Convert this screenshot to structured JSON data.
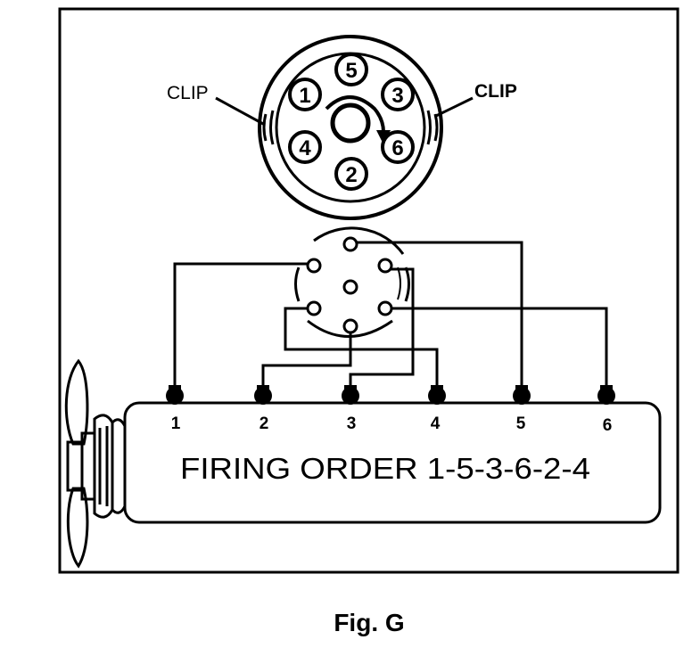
{
  "clip_labels": [
    "CLIP",
    "CLIP"
  ],
  "cap_terminals": [
    {
      "label": "1"
    },
    {
      "label": "5"
    },
    {
      "label": "3"
    },
    {
      "label": "4"
    },
    {
      "label": "2"
    },
    {
      "label": "6"
    }
  ],
  "rotation_direction": "clockwise",
  "cylinders": [
    {
      "label": "1"
    },
    {
      "label": "2"
    },
    {
      "label": "3"
    },
    {
      "label": "4"
    },
    {
      "label": "5"
    },
    {
      "label": "6"
    }
  ],
  "firing_order_text": "FIRING ORDER 1-5-3-6-2-4",
  "figure_caption": "Fig. G"
}
